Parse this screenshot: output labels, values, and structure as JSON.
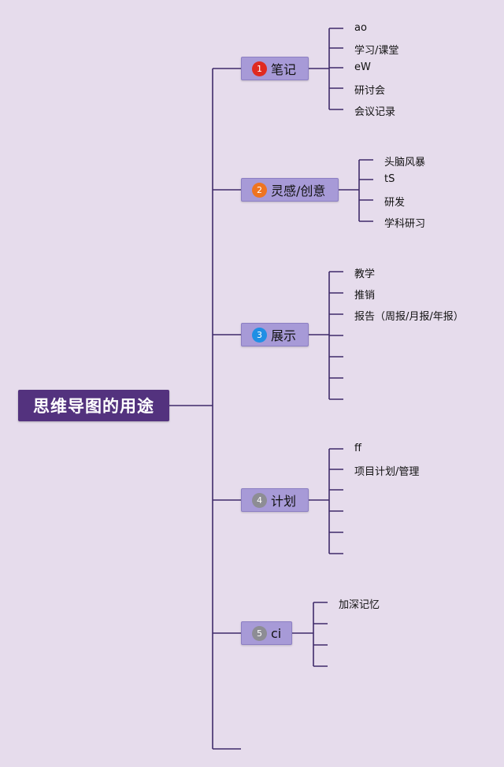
{
  "root": {
    "label": "思维导图的用途"
  },
  "colors": {
    "background": "#e6dcec",
    "line": "#3f2a6a",
    "root_fill": "#53327e",
    "topic_fill": "#a79ad7"
  },
  "topics": [
    {
      "label": "笔记",
      "badge": "1",
      "badge_color": "#e02a20",
      "children": [
        "ao",
        "学习/课堂",
        "eW",
        "研讨会",
        "会议记录"
      ]
    },
    {
      "label": "灵感/创意",
      "badge": "2",
      "badge_color": "#ef7420",
      "children": [
        "头脑风暴",
        "tS",
        "研发",
        "学科研习"
      ]
    },
    {
      "label": "展示",
      "badge": "3",
      "badge_color": "#1f8fe4",
      "children": [
        "教学",
        "推销",
        "报告（周报/月报/年报）",
        "",
        "",
        ""
      ]
    },
    {
      "label": "计划",
      "badge": "4",
      "badge_color": "#8d8d94",
      "children": [
        "ff",
        "项目计划/管理",
        "",
        "",
        "",
        ""
      ]
    },
    {
      "label": "ci",
      "badge": "5",
      "badge_color": "#8d8d94",
      "children": [
        "加深记忆",
        "",
        "",
        ""
      ]
    }
  ]
}
